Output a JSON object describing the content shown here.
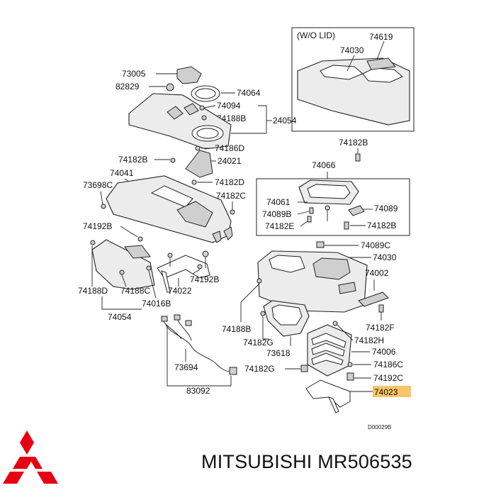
{
  "diagram": {
    "inset_title": "(W/O LID)",
    "drawing_code": "D00029B",
    "labels": {
      "l74619": "74619",
      "l74030a": "74030",
      "l73005": "73005",
      "l82829": "82829",
      "l74064": "74064",
      "l74094": "74094",
      "l74188B": "74188B",
      "l24054": "24054",
      "l74186D": "74186D",
      "l74182Ba": "74182B",
      "l24021": "24021",
      "l74041": "74041",
      "l74182D": "74182D",
      "l73698C": "73698C",
      "l74182C": "74182C",
      "l74182Bb": "74182B",
      "l74066": "74066",
      "l74061": "74061",
      "l74089B": "74089B",
      "l74089": "74089",
      "l74182E": "74182E",
      "l74182Bc": "74182B",
      "l74192Ba": "74192B",
      "l74089C": "74089C",
      "l74030b": "74030",
      "l74002": "74002",
      "l74188D": "74188D",
      "l74188C": "74188C",
      "l74022": "74022",
      "l74192Bb": "74192B",
      "l74016B": "74016B",
      "l74054": "74054",
      "l74188Bb": "74188B",
      "l74182G": "74182G",
      "l73618": "73618",
      "l74182F": "74182F",
      "l74182H": "74182H",
      "l74006": "74006",
      "l74186C": "74186C",
      "l73694": "73694",
      "l74182Gb": "74182G",
      "l74192C": "74192C",
      "l83092": "83092",
      "l74023": "74023"
    }
  },
  "footer": {
    "brand_line": "MITSUBISHI MR506535",
    "highlight_color": "#f7c56a",
    "logo_color": "#e60012"
  }
}
